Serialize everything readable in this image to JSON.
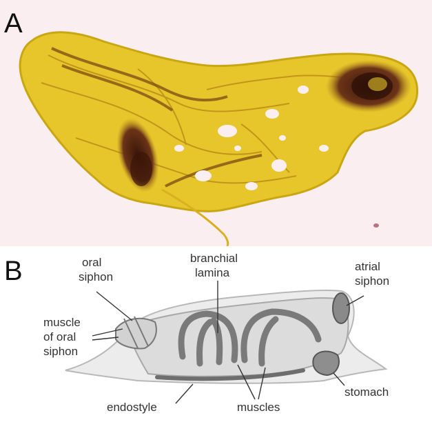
{
  "panel_a": {
    "letter": "A"
  },
  "panel_b": {
    "letter": "B",
    "labels": {
      "oral_siphon": [
        "oral",
        "siphon"
      ],
      "branchial_lamina": [
        "branchial",
        "lamina"
      ],
      "atrial_siphon": [
        "atrial",
        "siphon"
      ],
      "muscle_of_oral_siphon": [
        "muscle",
        "of oral",
        "siphon"
      ],
      "stomach": "stomach",
      "endostyle": "endostyle",
      "muscles": "muscles"
    }
  },
  "colors": {
    "photo_background": "#fbeef0",
    "specimen_yellow": "#e8c81e",
    "specimen_dark": "#5a2a1a",
    "diagram_body": "#d6d6d6",
    "diagram_muscle": "#7a7a7a"
  }
}
